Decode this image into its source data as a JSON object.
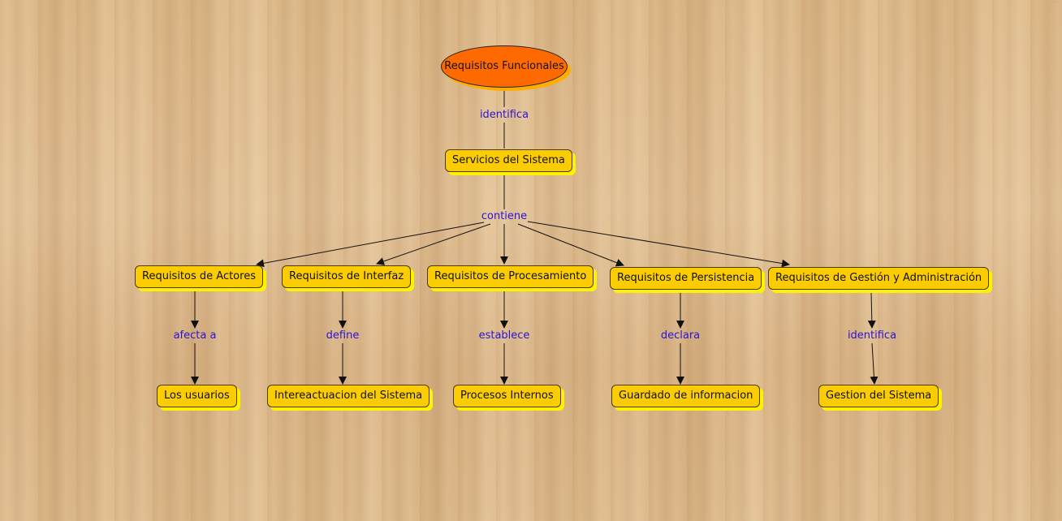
{
  "diagram": {
    "root": "Requisitos Funcionales",
    "level1": "Servicios del Sistema",
    "links": {
      "root_to_level1": "identifica",
      "level1_to_children": "contiene"
    },
    "children": [
      {
        "label": "Requisitos de Actores",
        "link": "afecta a",
        "leaf": "Los usuarios"
      },
      {
        "label": "Requisitos de Interfaz",
        "link": "define",
        "leaf": "Intereactuacion del Sistema"
      },
      {
        "label": "Requisitos de Procesamiento",
        "link": "establece",
        "leaf": "Procesos Internos"
      },
      {
        "label": "Requisitos de Persistencia",
        "link": "declara",
        "leaf": "Guardado de informacion"
      },
      {
        "label": "Requisitos de Gestión y Administración",
        "link": "identifica",
        "leaf": "Gestion del Sistema"
      }
    ]
  },
  "colors": {
    "concept_fill": "#fccc03",
    "concept_shadow": "#fff200",
    "root_fill": "#ff6a00",
    "link_text": "#2a13d6",
    "line": "#111111"
  }
}
